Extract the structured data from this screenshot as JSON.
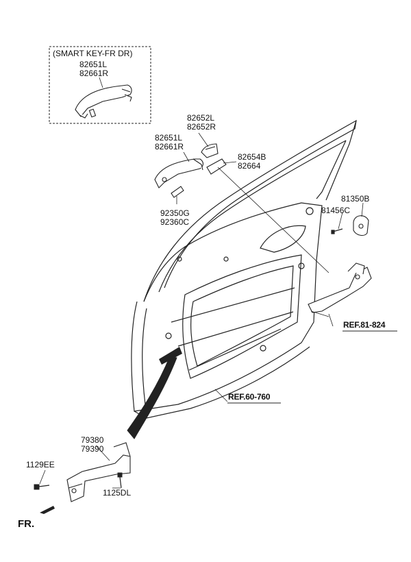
{
  "inset": {
    "title": "(SMART KEY-FR DR)",
    "codes": [
      "82651L",
      "82661R"
    ]
  },
  "callouts": [
    {
      "id": "handle-inset",
      "codes": [
        "82651L",
        "82661R"
      ]
    },
    {
      "id": "handle-cover",
      "codes": [
        "82652L",
        "82652R"
      ]
    },
    {
      "id": "outside-handle",
      "codes": [
        "82651L",
        "82661R"
      ]
    },
    {
      "id": "handle-pad",
      "codes": [
        "82654B",
        "82664"
      ]
    },
    {
      "id": "handle-lamp",
      "codes": [
        "92350G",
        "92360C"
      ]
    },
    {
      "id": "striker-plate",
      "codes": [
        "81350B"
      ]
    },
    {
      "id": "striker-screw",
      "codes": [
        "81456C"
      ]
    },
    {
      "id": "door-checker",
      "codes": [
        "79380",
        "79390"
      ]
    },
    {
      "id": "checker-bolt-upper",
      "codes": [
        "1129EE"
      ]
    },
    {
      "id": "checker-bolt-lower",
      "codes": [
        "1125DL"
      ]
    }
  ],
  "references": {
    "latch": "REF.81-824",
    "door_panel": "REF.60-760"
  },
  "direction": {
    "label": "FR."
  }
}
